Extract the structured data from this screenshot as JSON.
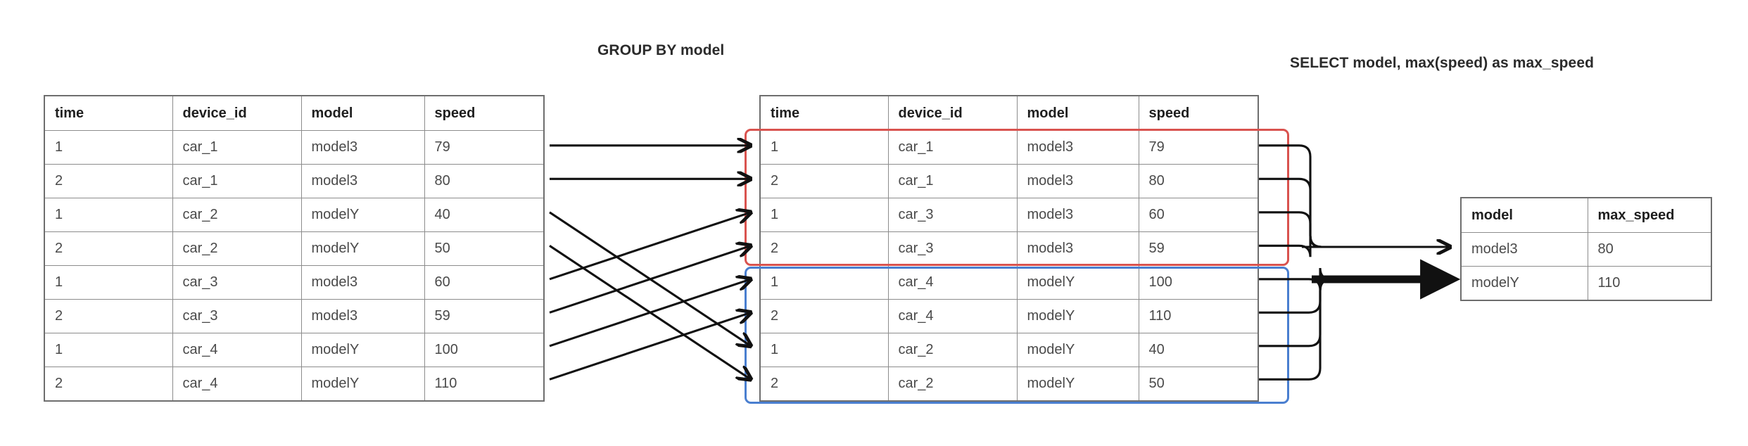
{
  "captions": {
    "group_by": "GROUP BY model",
    "select": "SELECT model, max(speed) as max_speed"
  },
  "colors": {
    "model3": "#e0726e",
    "modelY": "#6d8fcc",
    "group_model3_border": "#d9534f",
    "group_modelY_border": "#4a7fd0",
    "table_border": "#6e6e6e",
    "cell_border": "#8c8c8c",
    "text": "#4a4a4a",
    "header_text": "#1f1f1f",
    "connector": "#111111",
    "background": "#ffffff"
  },
  "raw_table": {
    "name": "raw-readings-table",
    "columns": [
      "time",
      "device_id",
      "model",
      "speed"
    ],
    "rows": [
      {
        "time": "1",
        "device_id": "car_1",
        "model": "model3",
        "model_class": "m3",
        "speed": "79"
      },
      {
        "time": "2",
        "device_id": "car_1",
        "model": "model3",
        "model_class": "m3",
        "speed": "80"
      },
      {
        "time": "1",
        "device_id": "car_2",
        "model": "modelY",
        "model_class": "mY",
        "speed": "40"
      },
      {
        "time": "2",
        "device_id": "car_2",
        "model": "modelY",
        "model_class": "mY",
        "speed": "50"
      },
      {
        "time": "1",
        "device_id": "car_3",
        "model": "model3",
        "model_class": "m3",
        "speed": "60"
      },
      {
        "time": "2",
        "device_id": "car_3",
        "model": "model3",
        "model_class": "m3",
        "speed": "59"
      },
      {
        "time": "1",
        "device_id": "car_4",
        "model": "modelY",
        "model_class": "mY",
        "speed": "100"
      },
      {
        "time": "2",
        "device_id": "car_4",
        "model": "modelY",
        "model_class": "mY",
        "speed": "110"
      }
    ]
  },
  "grouped_table": {
    "name": "grouped-readings-table",
    "columns": [
      "time",
      "device_id",
      "model",
      "speed"
    ],
    "rows": [
      {
        "time": "1",
        "device_id": "car_1",
        "model": "model3",
        "model_class": "m3",
        "speed": "79",
        "group": "model3"
      },
      {
        "time": "2",
        "device_id": "car_1",
        "model": "model3",
        "model_class": "m3",
        "speed": "80",
        "group": "model3"
      },
      {
        "time": "1",
        "device_id": "car_3",
        "model": "model3",
        "model_class": "m3",
        "speed": "60",
        "group": "model3"
      },
      {
        "time": "2",
        "device_id": "car_3",
        "model": "model3",
        "model_class": "m3",
        "speed": "59",
        "group": "model3"
      },
      {
        "time": "1",
        "device_id": "car_4",
        "model": "modelY",
        "model_class": "mY",
        "speed": "100",
        "group": "modelY"
      },
      {
        "time": "2",
        "device_id": "car_4",
        "model": "modelY",
        "model_class": "mY",
        "speed": "110",
        "group": "modelY"
      },
      {
        "time": "1",
        "device_id": "car_2",
        "model": "modelY",
        "model_class": "mY",
        "speed": "40",
        "group": "modelY"
      },
      {
        "time": "2",
        "device_id": "car_2",
        "model": "modelY",
        "model_class": "mY",
        "speed": "50",
        "group": "modelY"
      }
    ]
  },
  "result_table": {
    "name": "aggregate-result-table",
    "columns": [
      "model",
      "max_speed"
    ],
    "rows": [
      {
        "model": "model3",
        "model_class": "m3",
        "max_speed": "80"
      },
      {
        "model": "modelY",
        "model_class": "mY",
        "max_speed": "110"
      }
    ]
  },
  "connectors": {
    "shuffle_label": "raw-row-to-grouped-row",
    "row_mapping": [
      {
        "from_row": 1,
        "to_row": 1
      },
      {
        "from_row": 2,
        "to_row": 2
      },
      {
        "from_row": 3,
        "to_row": 7
      },
      {
        "from_row": 4,
        "to_row": 8
      },
      {
        "from_row": 5,
        "to_row": 3
      },
      {
        "from_row": 6,
        "to_row": 4
      },
      {
        "from_row": 7,
        "to_row": 5
      },
      {
        "from_row": 8,
        "to_row": 6
      }
    ],
    "aggregate_label": "group-to-result-merge",
    "merges": [
      {
        "group": "model3",
        "rows": [
          1,
          2,
          3,
          4
        ],
        "target": "model3"
      },
      {
        "group": "modelY",
        "rows": [
          5,
          6,
          7,
          8
        ],
        "target": "modelY"
      }
    ]
  }
}
